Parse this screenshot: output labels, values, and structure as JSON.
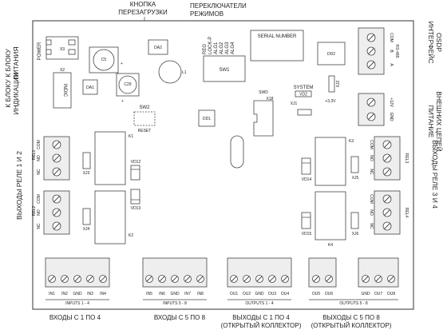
{
  "top_labels": {
    "reset_title_1": "КНОПКА",
    "reset_title_2": "ПЕРЕЗАГРУЗКИ",
    "modes_title_1": "ПЕРЕКЛЮЧАТЕЛИ",
    "modes_title_2": "РЕЖИМОВ"
  },
  "left_labels": {
    "power_1": "К БЛОКУ",
    "power_2": "ПИТАНИЯ",
    "indication_1": "К БЛОКУ",
    "indication_2": "ИНДИКАЦИИ",
    "relay12": "ВЫХОДЫ РЕЛЕ 1 И 2"
  },
  "right_labels": {
    "osdp_1": "ИНТЕРФЕЙС",
    "osdp_2": "OSDP",
    "ext_power_1": "ПИТАНИЕ",
    "ext_power_2": "ВНЕШНИХ ЦЕПЕЙ",
    "relay34": "ВЫХОДЫ РЕЛЕ 3 И 4"
  },
  "bottom_labels": {
    "inputs14": "ВХОДЫ  С 1 ПО 4",
    "inputs58": "ВХОДЫ  С 5 ПО 8",
    "outputs14_1": "ВЫХОДЫ  С 1 ПО 4",
    "outputs14_2": "(ОТКРЫТЫЙ КОЛЛЕКТОР)",
    "outputs58_1": "ВЫХОДЫ  С 5 ПО 8",
    "outputs58_2": "(ОТКРЫТЫЙ КОЛЛЕКТОР)"
  },
  "board": {
    "power_silk": "POWER",
    "indic_silk": "INDIC",
    "x3": "X3",
    "x2": "X2",
    "c5": "C5",
    "c29": "C29",
    "da1": "DA1",
    "da2": "DA2",
    "l1": "L1",
    "sw1": "SW1",
    "sw2": "SW2",
    "reset": "RESET",
    "switch_names": [
      "REG",
      "LOCK-P",
      "ALG1",
      "ALG2",
      "ALG3",
      "ALG4"
    ],
    "serial": "SERIAL NUMBER",
    "dd2": "DD2",
    "dd1": "DD1",
    "swd": "SWD",
    "x18": "X18",
    "system": "SYSTEM",
    "vd2": "VD2",
    "xj1": "XJ1",
    "xj2": "XJ2",
    "v33": "+3,3V",
    "rs485": "RS-485",
    "rs485_pins": [
      "COM",
      "B",
      "A"
    ],
    "x10_pins": [
      "+12V",
      "GND"
    ],
    "k1": "K1",
    "k2": "K2",
    "k3": "K3",
    "k4": "K4",
    "rel1": "REL1",
    "rel2": "REL2",
    "rel3": "REL3",
    "rel4": "REL4",
    "relay_pins": [
      "COM",
      "NO",
      "NC"
    ],
    "xj3": "XJ3",
    "xj4": "XJ4",
    "xj5": "XJ5",
    "xj6": "XJ6",
    "vd12": "VD12",
    "vd13": "VD13",
    "vd14": "VD14",
    "vd15": "VD15",
    "inputs14_pins": [
      "IN1",
      "IN2",
      "GND",
      "IN3",
      "IN4"
    ],
    "inputs14_caption": "INPUTS 1 - 4",
    "inputs58_pins": [
      "IN5",
      "IN6",
      "GND",
      "IN7",
      "IN8"
    ],
    "inputs58_caption": "INPUTS 5 - 8",
    "outputs14_pins": [
      "OU1",
      "OU2",
      "GND",
      "OU3",
      "OU4"
    ],
    "outputs14_caption": "OUTPUTS 1 - 4",
    "outputs56_pins": [
      "OU5",
      "OU6"
    ],
    "outputs78_pins": [
      "GND",
      "OU7",
      "OU8"
    ],
    "outputs58_caption": "OUTPUTS 5 - 8"
  }
}
